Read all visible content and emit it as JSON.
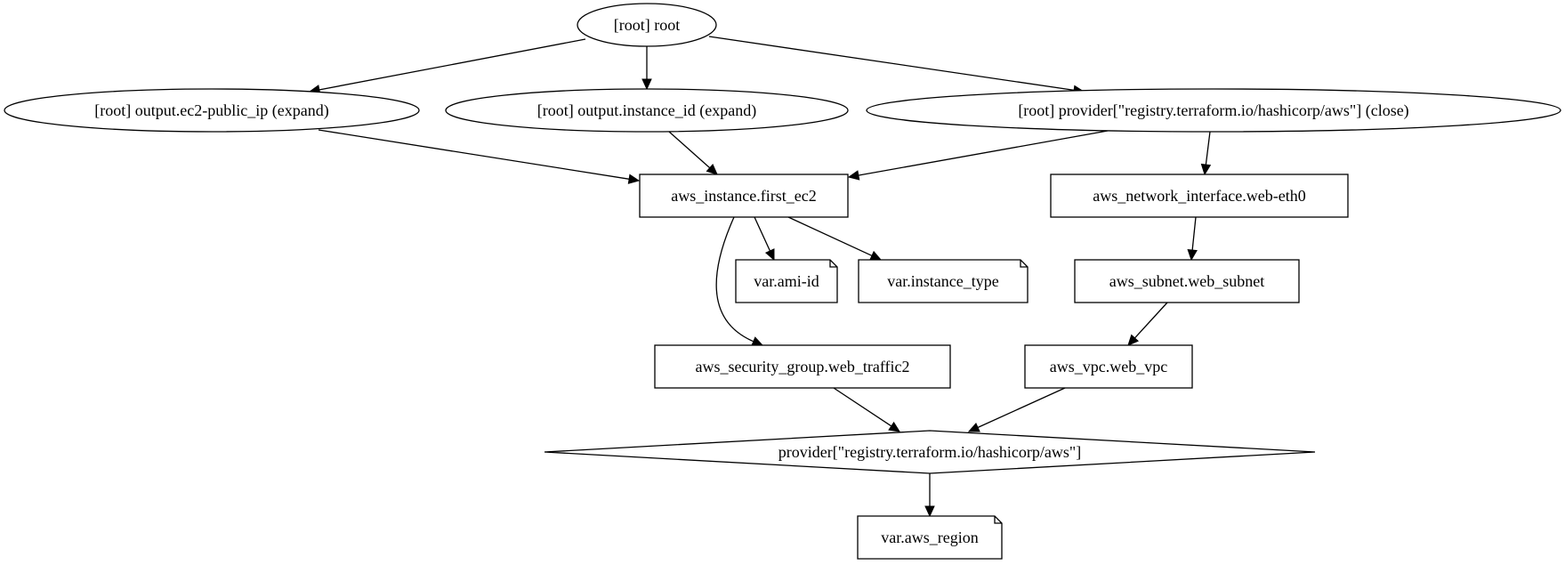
{
  "nodes": [
    {
      "id": "root",
      "label": "[root] root",
      "shape": "ellipse"
    },
    {
      "id": "output_ec2_public_ip",
      "label": "[root] output.ec2-public_ip (expand)",
      "shape": "ellipse"
    },
    {
      "id": "output_instance_id",
      "label": "[root] output.instance_id (expand)",
      "shape": "ellipse"
    },
    {
      "id": "provider_close",
      "label": "[root] provider[\"registry.terraform.io/hashicorp/aws\"] (close)",
      "shape": "ellipse"
    },
    {
      "id": "aws_instance",
      "label": "aws_instance.first_ec2",
      "shape": "box"
    },
    {
      "id": "aws_network_interface",
      "label": "aws_network_interface.web-eth0",
      "shape": "box"
    },
    {
      "id": "var_ami_id",
      "label": "var.ami-id",
      "shape": "note"
    },
    {
      "id": "var_instance_type",
      "label": "var.instance_type",
      "shape": "note"
    },
    {
      "id": "aws_subnet",
      "label": "aws_subnet.web_subnet",
      "shape": "box"
    },
    {
      "id": "aws_security_group",
      "label": "aws_security_group.web_traffic2",
      "shape": "box"
    },
    {
      "id": "aws_vpc",
      "label": "aws_vpc.web_vpc",
      "shape": "box"
    },
    {
      "id": "provider",
      "label": "provider[\"registry.terraform.io/hashicorp/aws\"]",
      "shape": "diamond"
    },
    {
      "id": "var_aws_region",
      "label": "var.aws_region",
      "shape": "note"
    }
  ],
  "edges": [
    {
      "from": "root",
      "to": "output_ec2_public_ip"
    },
    {
      "from": "root",
      "to": "output_instance_id"
    },
    {
      "from": "root",
      "to": "provider_close"
    },
    {
      "from": "output_ec2_public_ip",
      "to": "aws_instance"
    },
    {
      "from": "output_instance_id",
      "to": "aws_instance"
    },
    {
      "from": "provider_close",
      "to": "aws_instance"
    },
    {
      "from": "provider_close",
      "to": "aws_network_interface"
    },
    {
      "from": "aws_instance",
      "to": "var_ami_id"
    },
    {
      "from": "aws_instance",
      "to": "var_instance_type"
    },
    {
      "from": "aws_instance",
      "to": "aws_security_group"
    },
    {
      "from": "aws_network_interface",
      "to": "aws_subnet"
    },
    {
      "from": "aws_subnet",
      "to": "aws_vpc"
    },
    {
      "from": "aws_security_group",
      "to": "provider"
    },
    {
      "from": "aws_vpc",
      "to": "provider"
    },
    {
      "from": "provider",
      "to": "var_aws_region"
    }
  ]
}
